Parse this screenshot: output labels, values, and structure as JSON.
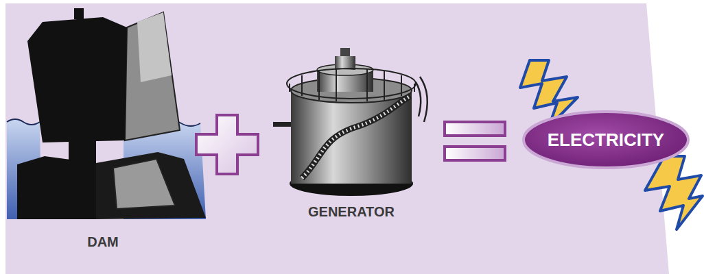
{
  "diagram": {
    "nodes": [
      {
        "text": [
          "ELECTRICITY"
        ]
      }
    ],
    "labels": [
      "DAM",
      "GENERATOR"
    ]
  }
}
